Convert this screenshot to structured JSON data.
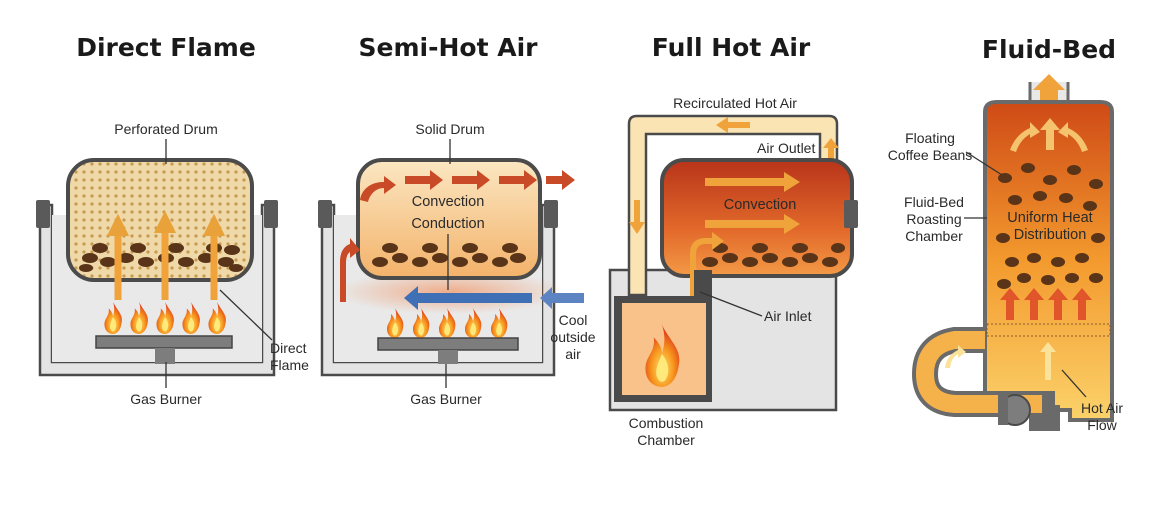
{
  "panels": [
    {
      "title": "Direct Flame",
      "labels": {
        "drum": "Perforated Drum",
        "flame": "Direct\nFlame",
        "burner": "Gas Burner"
      }
    },
    {
      "title": "Semi-Hot Air",
      "labels": {
        "drum": "Solid Drum",
        "convection": "Convection",
        "conduction": "Conduction",
        "cool": "Cool\noutside\nair",
        "burner": "Gas Burner"
      }
    },
    {
      "title": "Full Hot Air",
      "labels": {
        "recirc": "Recirculated Hot Air",
        "outlet": "Air Outlet",
        "convection": "Convection",
        "inlet": "Air Inlet",
        "chamber": "Combustion\nChamber"
      }
    },
    {
      "title": "Fluid-Bed",
      "labels": {
        "beans": "Floating\nCoffee Beans",
        "chamber": "Fluid-Bed\nRoasting\nChamber",
        "uniform": "Uniform Heat\nDistribution",
        "flow": "Hot Air\nFlow"
      }
    }
  ],
  "colors": {
    "flame": "#f07a10",
    "drum_hot": "#d9531e",
    "bean": "#5a3418",
    "cool_air": "#3f6fb5",
    "hot_air_arrow": "#f3b14a"
  }
}
